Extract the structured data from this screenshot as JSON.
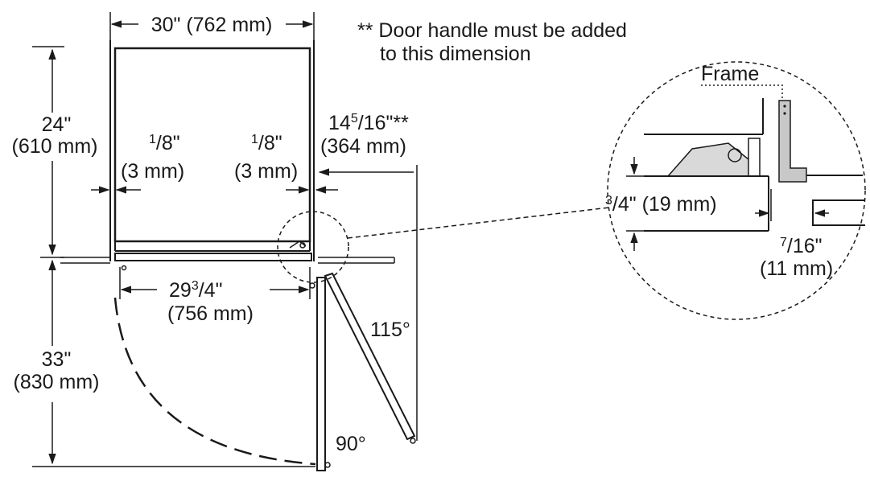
{
  "note": {
    "line1": "** Door handle must be added",
    "line2": "to this dimension"
  },
  "dimensions": {
    "width_total": "30\" (762 mm)",
    "depth_in": "24\"",
    "depth_mm": "(610 mm)",
    "gap_left_num": "1",
    "gap_left_den": "/8\"",
    "gap_left_mm": "(3 mm)",
    "gap_right_num": "1",
    "gap_right_den": "/8\"",
    "gap_right_mm": "(3 mm)",
    "door_depth_whole": "14",
    "door_depth_num": "5",
    "door_depth_den": "/16\"**",
    "door_depth_mm": "(364 mm)",
    "inner_width_whole": "29",
    "inner_width_num": "3",
    "inner_width_den": "/4\"",
    "inner_width_mm": "(756 mm)",
    "clearance_in": "33\"",
    "clearance_mm": "(830 mm)",
    "angle_open": "115°",
    "angle_right": "90°"
  },
  "detail": {
    "frame_label": "Frame",
    "hinge_num": "3",
    "hinge_rest": "/4\" (19 mm)",
    "offset_num": "7",
    "offset_den": "/16\"",
    "offset_mm": "(11 mm)"
  }
}
